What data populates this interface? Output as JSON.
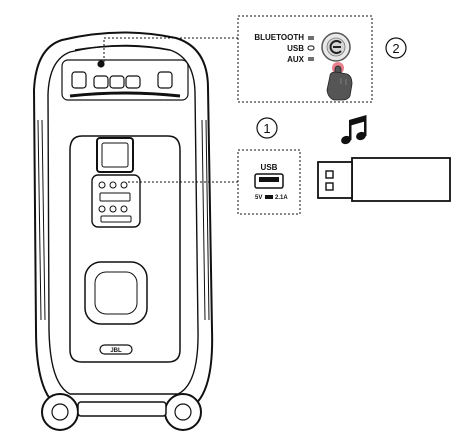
{
  "source_panel": {
    "bluetooth_label": "BLUETOOTH",
    "usb_label": "USB",
    "aux_label": "AUX"
  },
  "steps": {
    "step1": "1",
    "step2": "2"
  },
  "usb_panel": {
    "title": "USB",
    "rating": "5V",
    "current": "2.1A"
  },
  "speaker": {
    "badge": "JBL"
  },
  "icons": [
    "power-source-button",
    "pointing-hand",
    "music-note",
    "usb-flash-drive"
  ],
  "colors": {
    "outline": "#111111",
    "source_button": "#e8e8e8",
    "press_highlight": "#e46a78"
  }
}
